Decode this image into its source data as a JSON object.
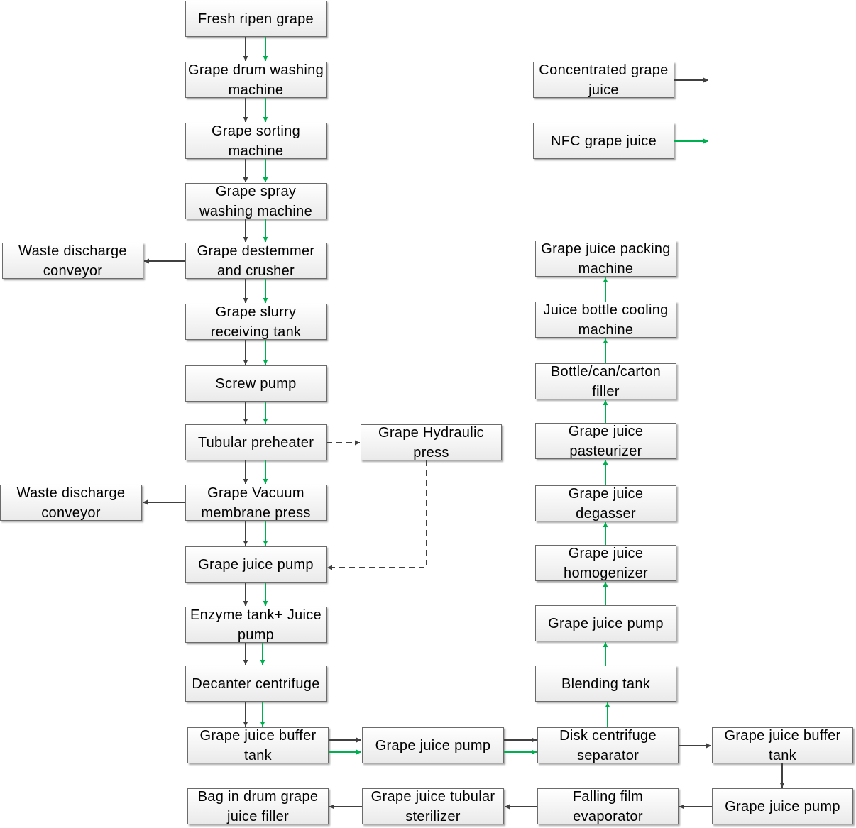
{
  "colors": {
    "concentrated_line": "#404040",
    "nfc_line": "#00b050",
    "box_border": "#6b6b6b"
  },
  "legend": {
    "concentrated": "Concentrated grape juice",
    "nfc": "NFC grape juice"
  },
  "nodes": {
    "fresh": "Fresh ripen grape",
    "drum_wash": "Grape drum washing machine",
    "sorting": "Grape sorting machine",
    "spray_wash": "Grape spray washing machine",
    "destemmer": "Grape destemmer and crusher",
    "waste1": "Waste discharge conveyor",
    "slurry_tank": "Grape slurry receiving tank",
    "screw_pump": "Screw pump",
    "preheater": "Tubular preheater",
    "hydraulic_press": "Grape Hydraulic press",
    "vacuum_press": "Grape Vacuum membrane press",
    "waste2": "Waste discharge conveyor",
    "juice_pump1": "Grape juice pump",
    "enzyme_tank": "Enzyme tank+ Juice pump",
    "decanter": "Decanter centrifuge",
    "buffer_tank1": "Grape juice buffer tank",
    "juice_pump2": "Grape juice pump",
    "disk_centrifuge": "Disk centrifuge separator",
    "buffer_tank2": "Grape juice buffer tank",
    "juice_pump3": "Grape juice pump",
    "evaporator": "Falling film evaporator",
    "sterilizer": "Grape juice tubular sterilizer",
    "bag_filler": "Bag in drum grape juice filler",
    "blending_tank": "Blending tank",
    "juice_pump4": "Grape juice pump",
    "homogenizer": "Grape juice homogenizer",
    "degasser": "Grape juice degasser",
    "pasteurizer": "Grape juice pasteurizer",
    "filler": "Bottle/can/carton filler",
    "cooling": "Juice bottle cooling machine",
    "packing": "Grape juice packing machine"
  }
}
